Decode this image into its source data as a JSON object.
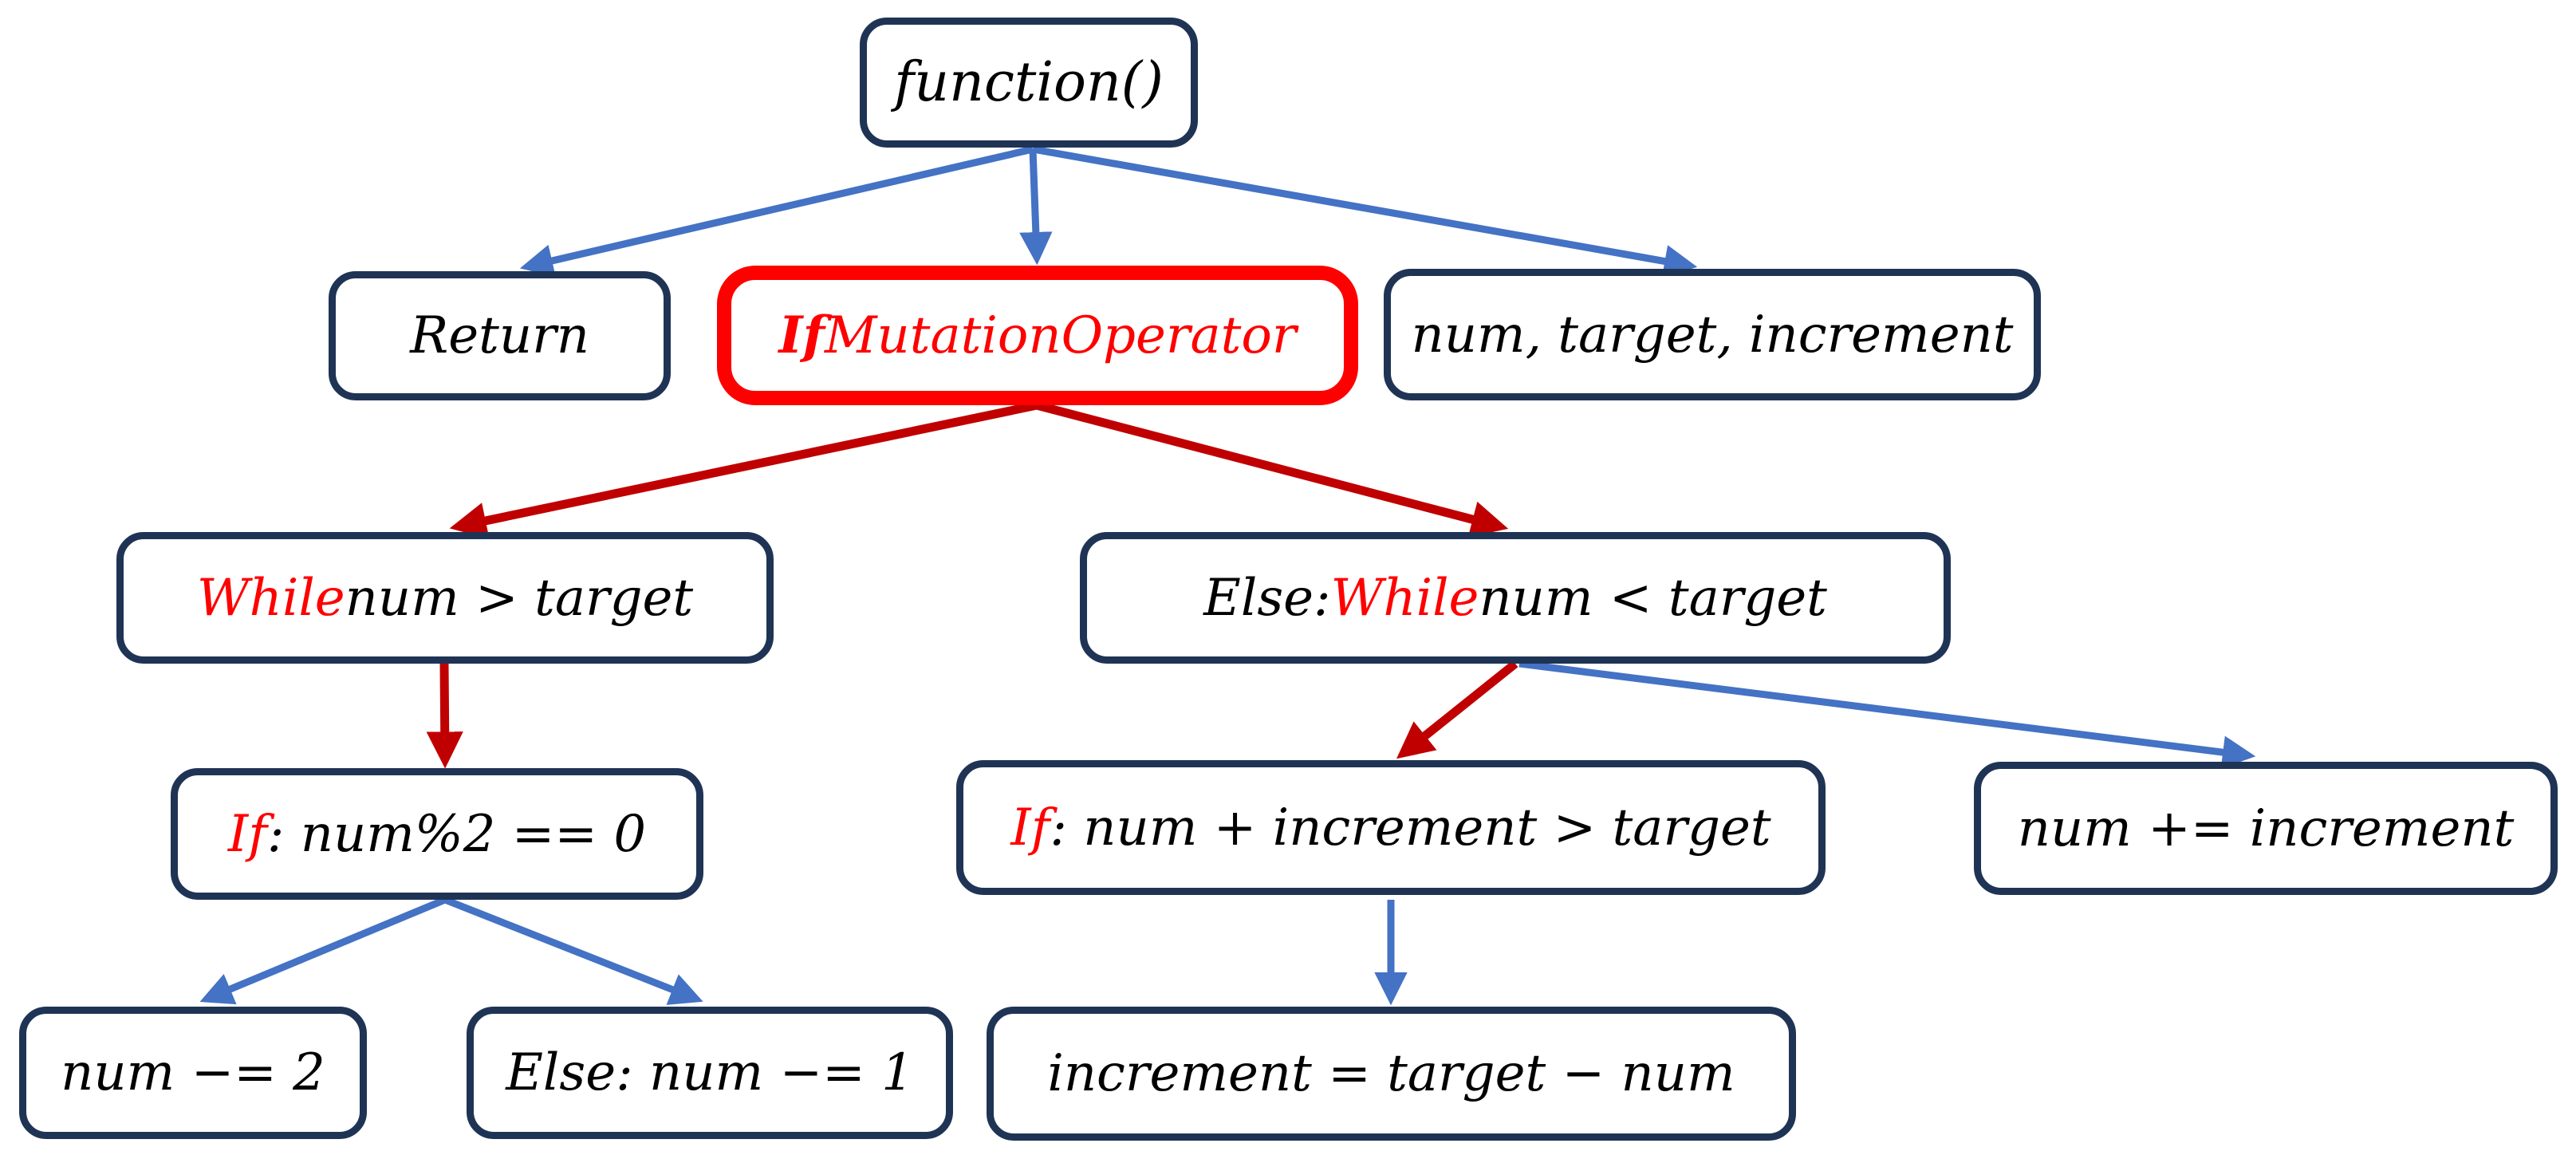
{
  "colors": {
    "node_border": "#1F3455",
    "highlight_border": "#FF0000",
    "keyword_text": "#FF0000",
    "text": "#000000",
    "edge_blue": "#4472C4",
    "edge_red": "#C00000"
  },
  "nodes": {
    "function": {
      "label": "function()"
    },
    "return_stmt": {
      "label": "Return"
    },
    "mutation": {
      "keyword": "If",
      "rest": " MutationOperator"
    },
    "params": {
      "label": "num, target, increment"
    },
    "while_gt": {
      "keyword": "While",
      "rest": " num > target"
    },
    "else_while": {
      "pre": "Else:",
      "keyword": "While",
      "rest": " num < target"
    },
    "if_mod": {
      "keyword": "If",
      "rest": ": num%2 == 0"
    },
    "if_inc": {
      "keyword": "If",
      "rest": ": num + increment > target"
    },
    "num_plus": {
      "label": "num += increment"
    },
    "num_minus2": {
      "label": "num −= 2"
    },
    "else_minus1": {
      "label": "Else: num −= 1"
    },
    "inc_assign": {
      "label": "increment = target − num"
    }
  }
}
